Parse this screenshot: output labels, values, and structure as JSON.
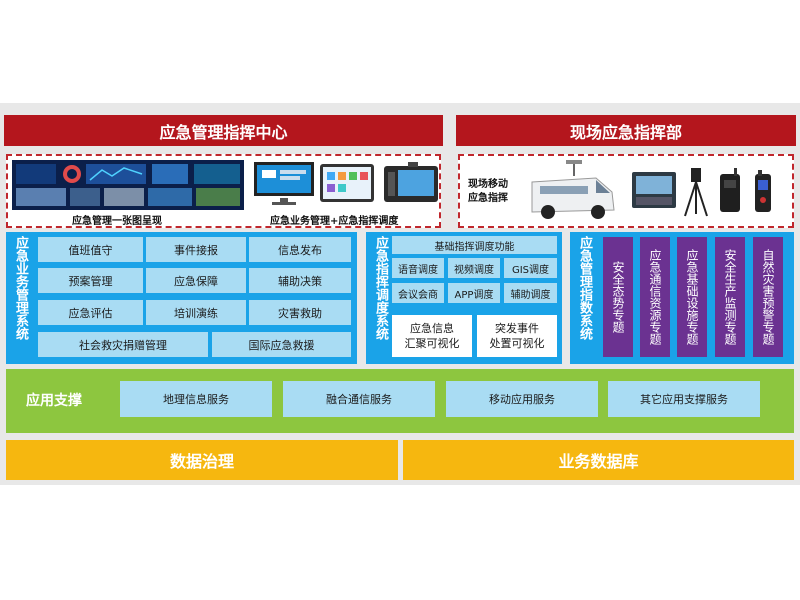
{
  "top": {
    "left_header": "应急管理指挥中心",
    "right_header": "现场应急指挥部",
    "left_caption_1": "应急管理一张图呈现",
    "left_caption_2": "应急业务管理+应急指挥调度",
    "right_label": "现场移动\n应急指挥"
  },
  "business": {
    "title": "应急业务管理系统",
    "cells": [
      "值班值守",
      "事件接报",
      "信息发布",
      "预案管理",
      "应急保障",
      "辅助决策",
      "应急评估",
      "培训演练",
      "灾害救助"
    ],
    "wide_cells": [
      "社会救灾捐赠管理",
      "国际应急救援"
    ]
  },
  "dispatch": {
    "title": "应急指挥调度系统",
    "header": "基础指挥调度功能",
    "cells": [
      "语音调度",
      "视频调度",
      "GIS调度",
      "会议会商",
      "APP调度",
      "辅助调度"
    ],
    "bottom": [
      "应急信息\n汇聚可视化",
      "突发事件\n处置可视化"
    ]
  },
  "index": {
    "title": "应急管理指数系统",
    "topics": [
      "安全态势专题",
      "应急通信资源专题",
      "应急基础设施专题",
      "安全生产监测专题",
      "自然灾害预警专题"
    ]
  },
  "support": {
    "title": "应用支撑",
    "services": [
      "地理信息服务",
      "融合通信服务",
      "移动应用服务",
      "其它应用支撑服务"
    ]
  },
  "base": {
    "left": "数据治理",
    "right": "业务数据库"
  },
  "colors": {
    "red": "#b4161d",
    "blue": "#1aa3e8",
    "purple": "#6b3291",
    "green": "#8dc63f",
    "yellow": "#f6b70f"
  }
}
